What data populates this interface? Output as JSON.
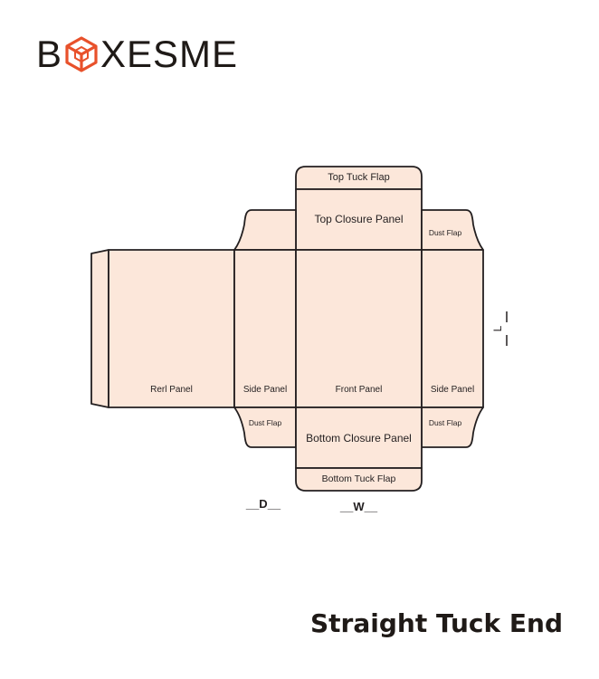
{
  "brand": {
    "logo_prefix": "B",
    "logo_icon": "cube-icon",
    "logo_suffix": "XESME",
    "accent_color": "#e8512b",
    "text_color": "#1f1a17"
  },
  "dieline": {
    "fill_color": "#fce7da",
    "stroke_color": "#231f20",
    "panels": {
      "top_tuck_flap": "Top Tuck Flap",
      "top_closure_panel": "Top Closure Panel",
      "dust_flap_top_right": "Dust Flap",
      "rear_panel": "Rerl Panel",
      "side_panel_left": "Side Panel",
      "front_panel": "Front Panel",
      "side_panel_right": "Side Panel",
      "dust_flap_bottom_left": "Dust Flap",
      "dust_flap_bottom_right": "Dust Flap",
      "bottom_closure_panel": "Bottom Closure Panel",
      "bottom_tuck_flap": "Bottom Tuck Flap"
    },
    "dimensions": {
      "depth": "__D__",
      "width": "__W__",
      "length": "L"
    }
  },
  "footer": {
    "title": "Straight Tuck End"
  }
}
